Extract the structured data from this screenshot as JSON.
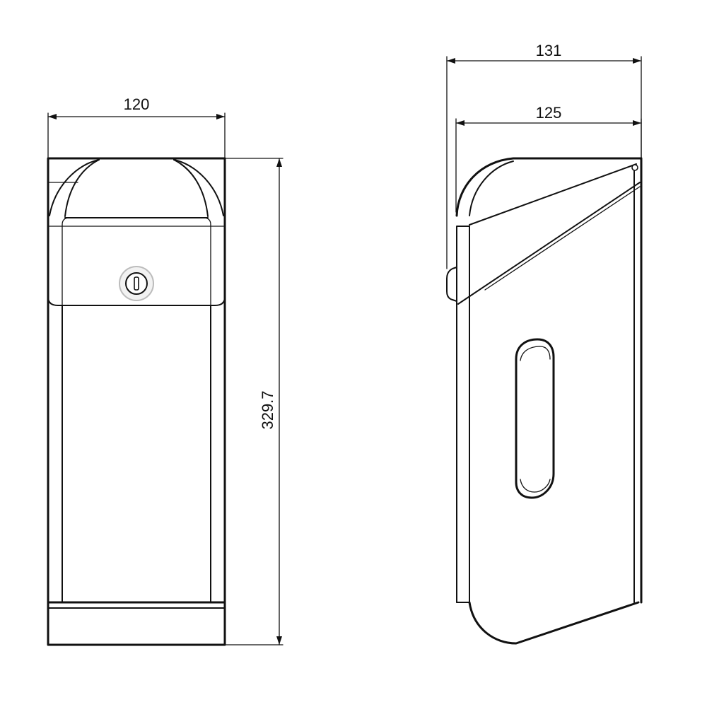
{
  "front_view": {
    "width_label": "120",
    "height_label": "329.7"
  },
  "side_view": {
    "overall_depth_label": "131",
    "body_depth_label": "125"
  },
  "colors": {
    "line": "#111111",
    "background": "#ffffff",
    "lock_fill": "#f2f2f2"
  }
}
